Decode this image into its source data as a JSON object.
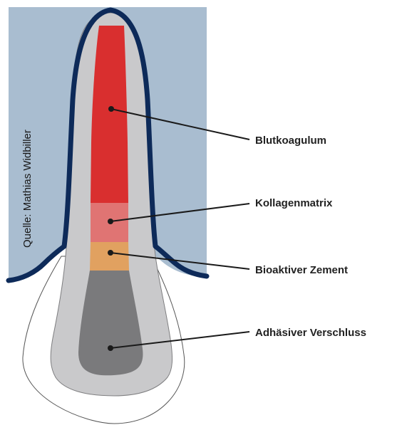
{
  "credit": "Quelle: Mathias Widbiller",
  "labels": {
    "blood_clot": "Blutkoagulum",
    "collagen_matrix": "Kollagenmatrix",
    "bioactive_cement": "Bioaktiver Zement",
    "adhesive_seal": "Adhäsiver Verschluss"
  },
  "colors": {
    "bone_background": "#a9bdd0",
    "gum_outline": "#0d2a59",
    "dentin": "#c9c9cb",
    "blood_clot": "#d92f2f",
    "collagen_matrix": "#e07473",
    "bioactive_cement": "#e1a160",
    "adhesive_seal": "#7a7a7c",
    "crown": "#ffffff",
    "leader_line": "#1a1a1a"
  }
}
